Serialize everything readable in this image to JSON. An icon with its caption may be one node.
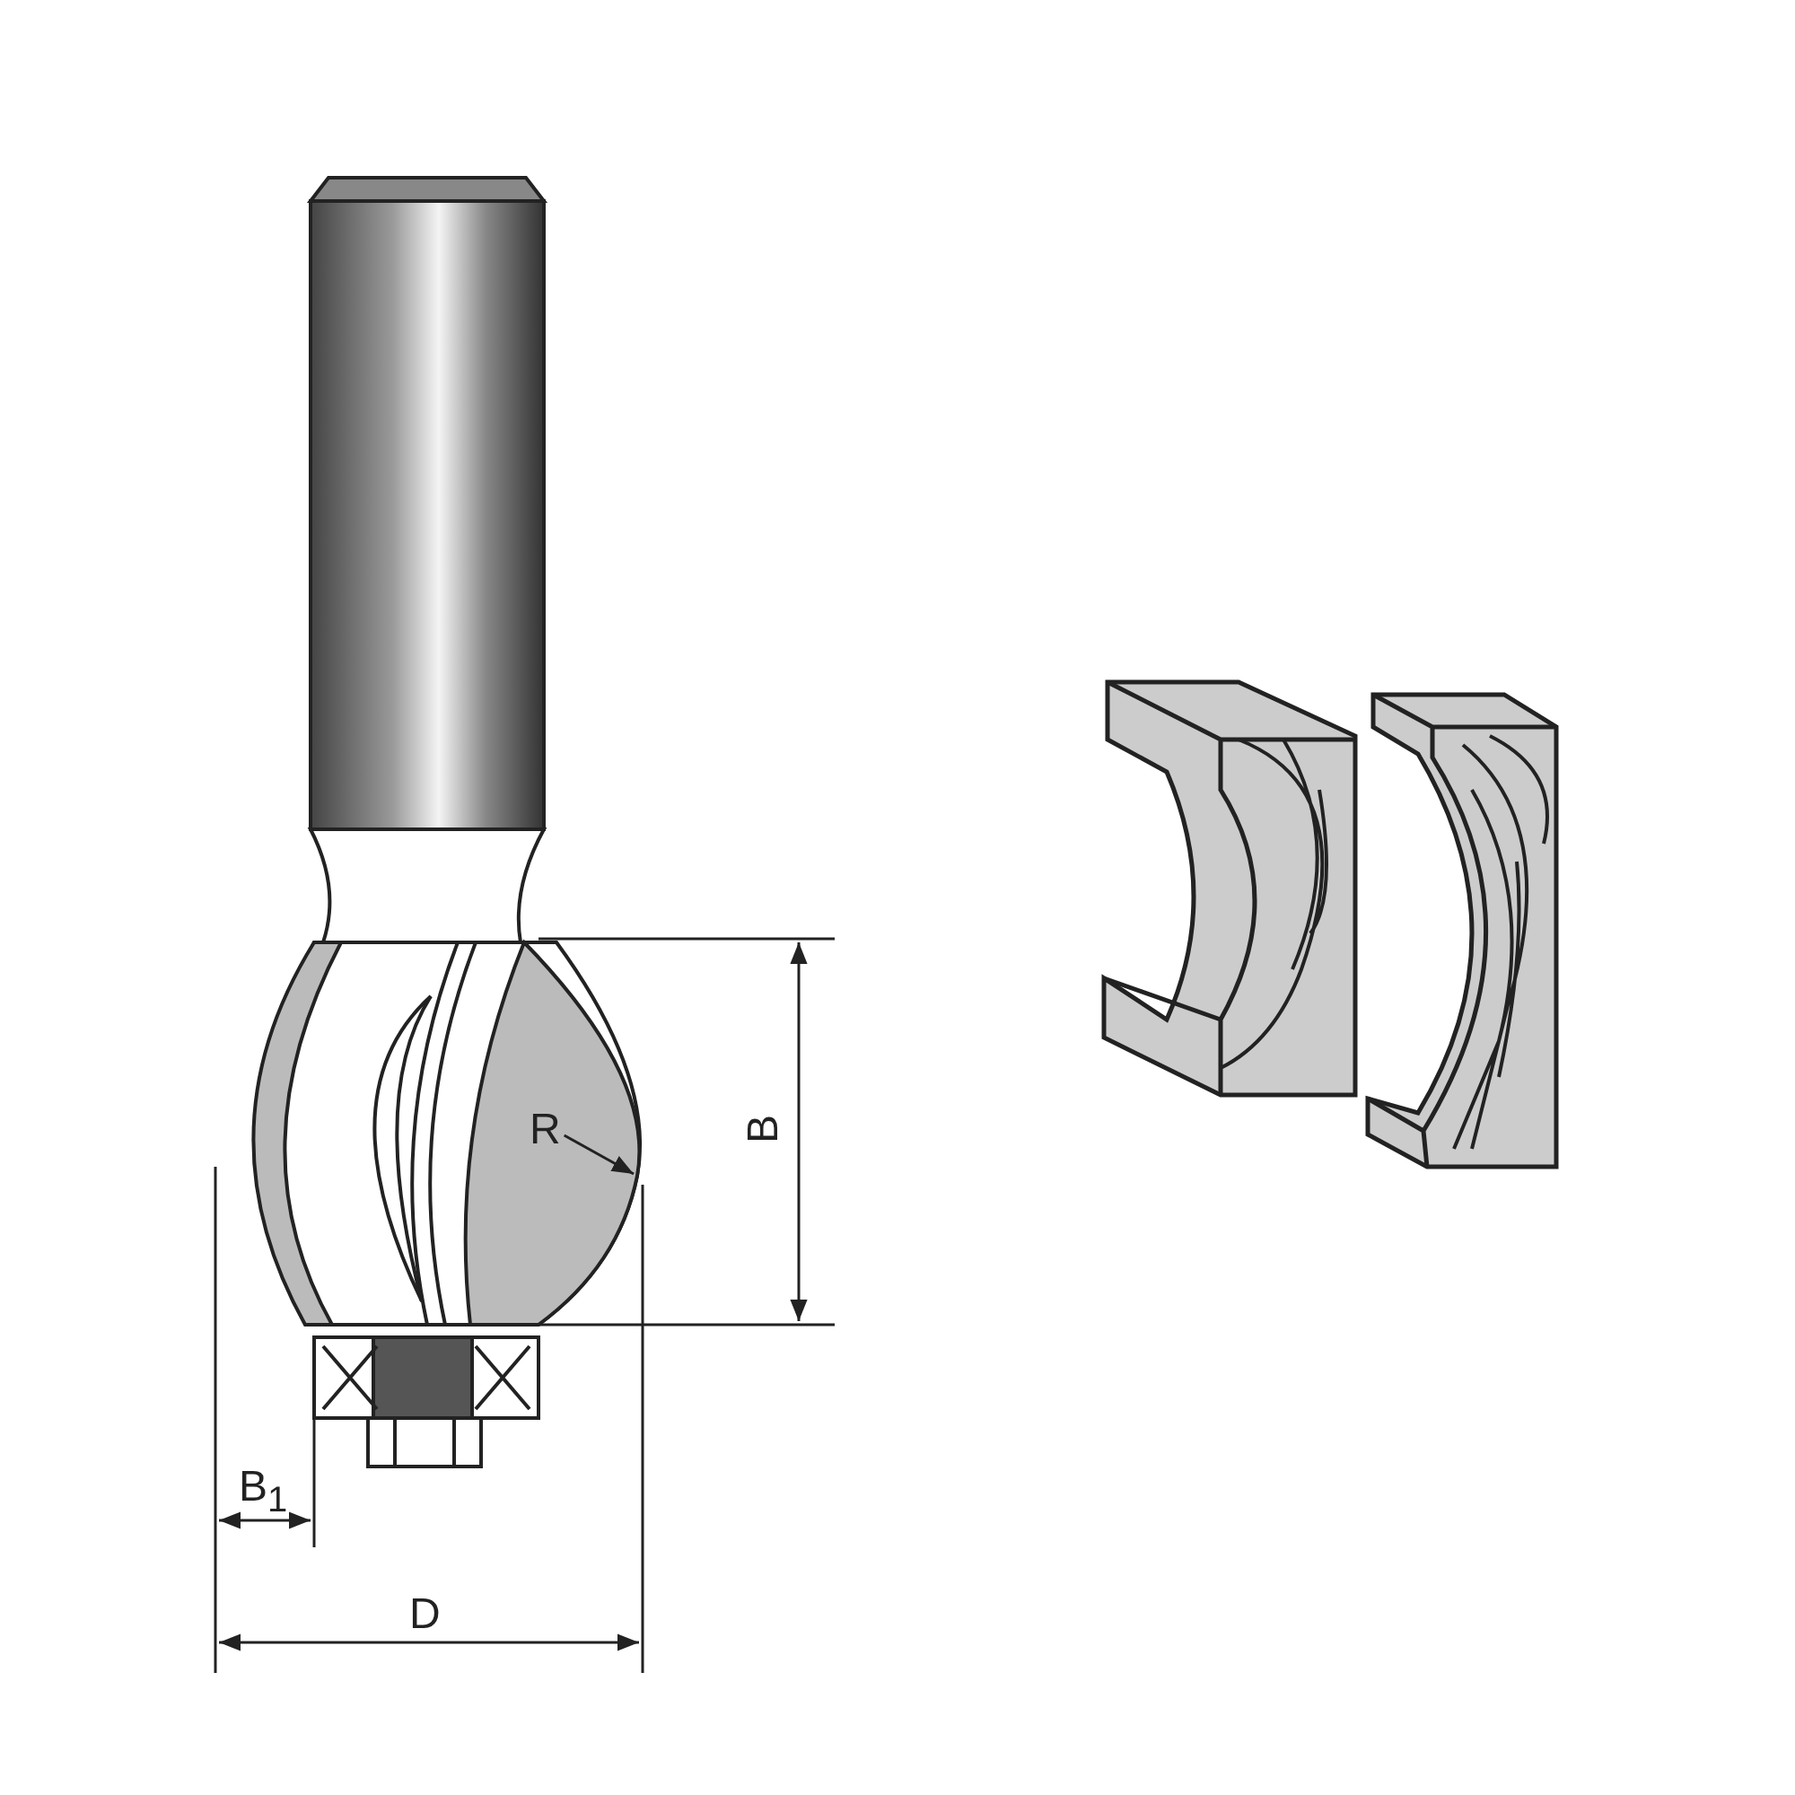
{
  "diagram": {
    "nodes": [
      {
        "text": [],
        "shape": "picture"
      },
      {
        "text": [
          "R"
        ],
        "in": 0
      }
    ],
    "edges": [
      {
        "from": 1,
        "to": 0,
        "arrow": "to"
      }
    ],
    "labels": [
      "B",
      "B$_{1}$",
      "D"
    ]
  }
}
